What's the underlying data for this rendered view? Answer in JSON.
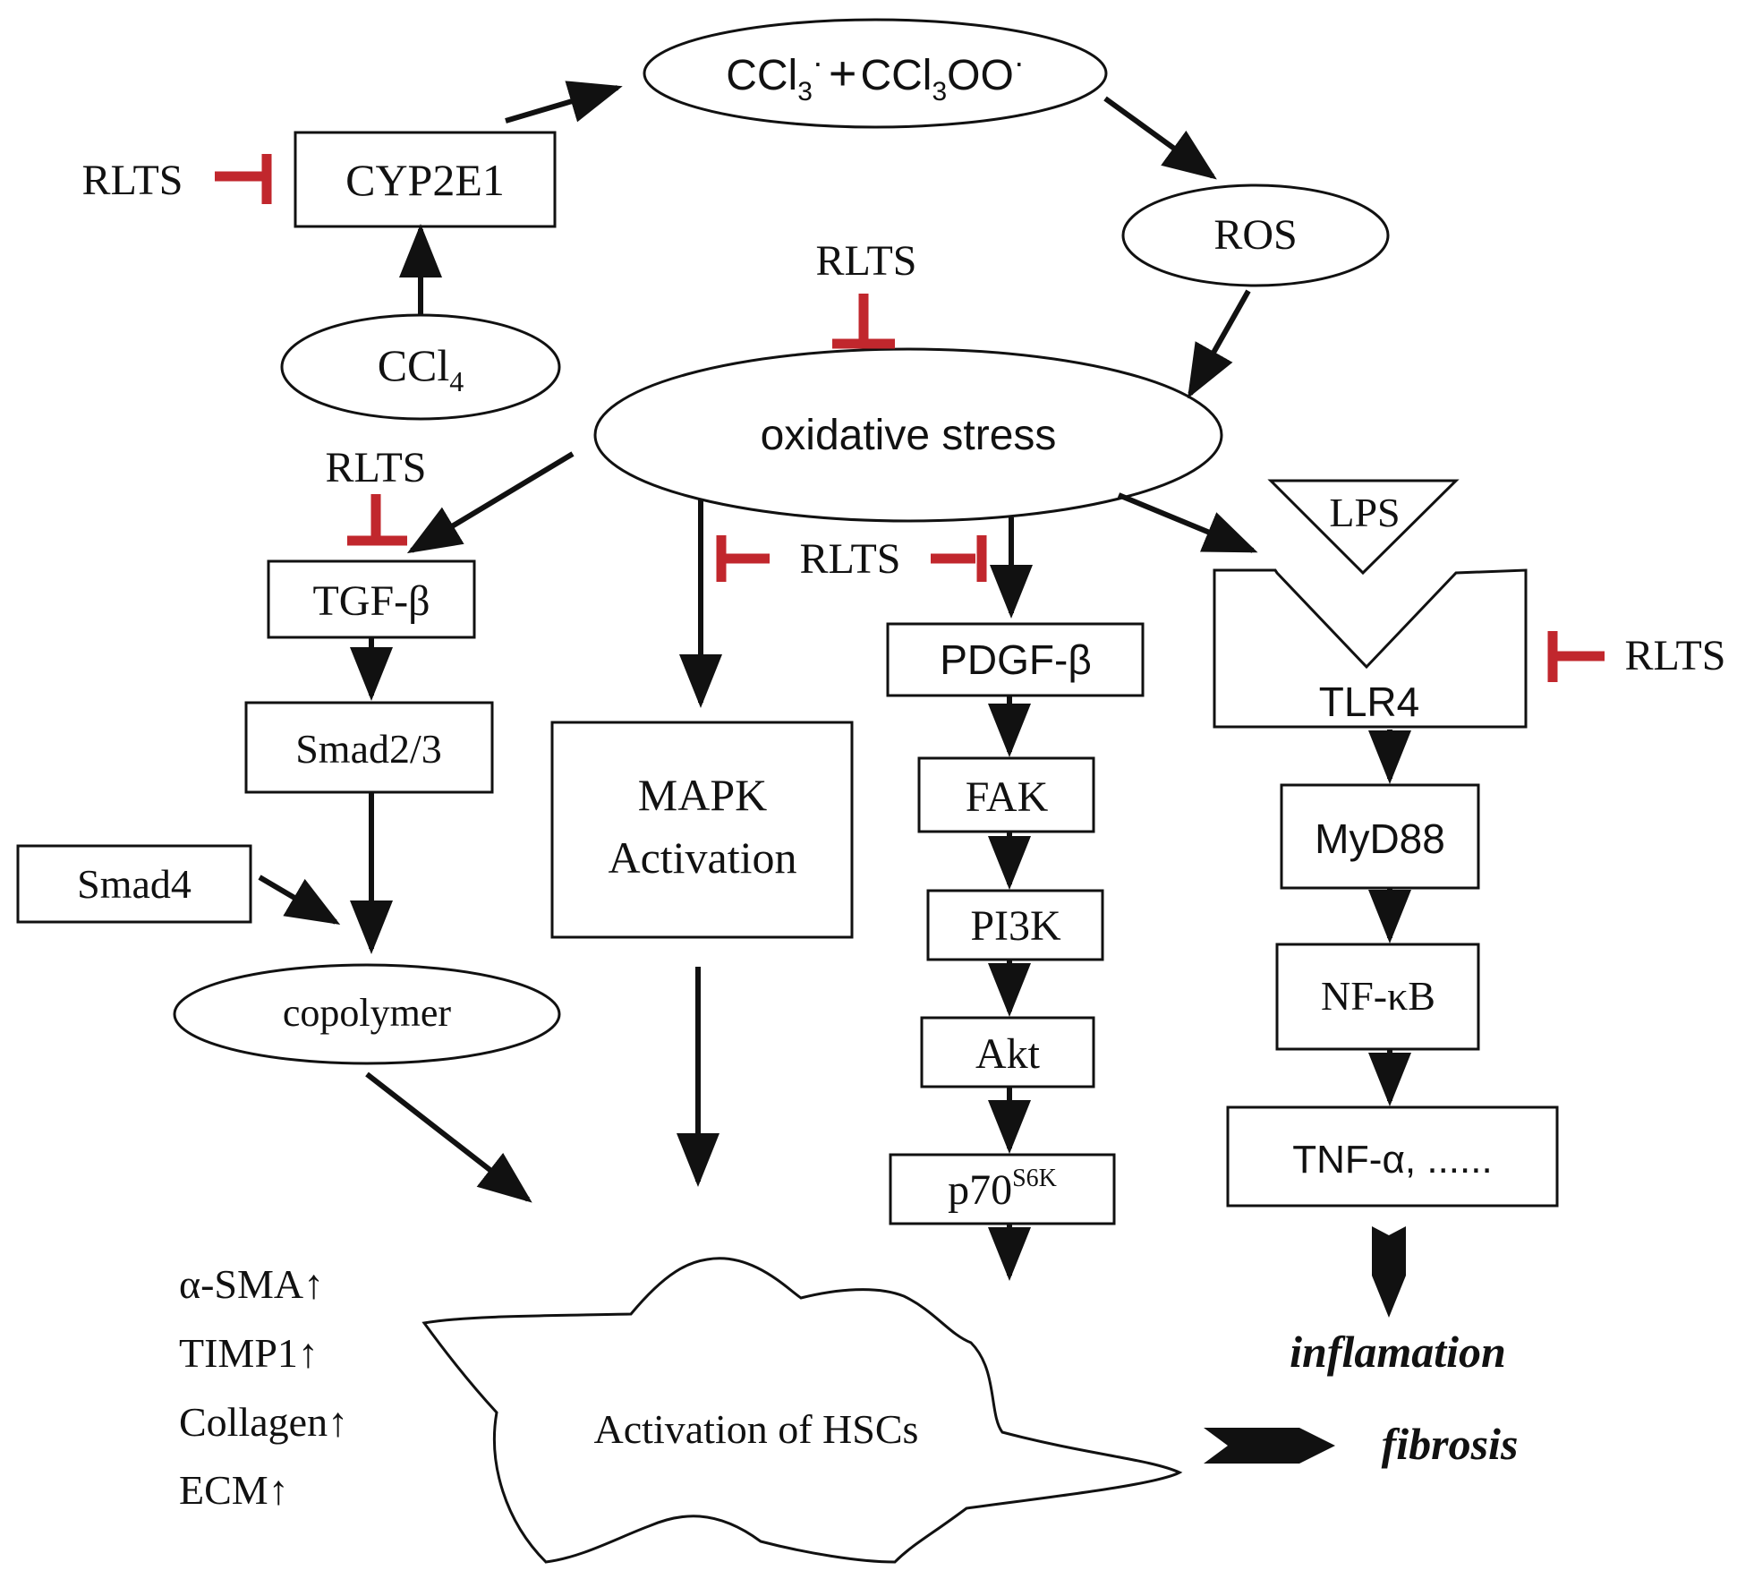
{
  "colors": {
    "ink": "#111111",
    "inhibitor": "#c1272d",
    "background": "#ffffff"
  },
  "nodes": {
    "radicals": {
      "main1": "CCl",
      "sub1": "3",
      "dot1": "·",
      "plus": "+",
      "main2": "CCl",
      "sub2": "3",
      "main3": "OO",
      "dot2": "·"
    },
    "ros": "ROS",
    "cyp2e1": "CYP2E1",
    "ccl4_main": "CCl",
    "ccl4_sub": "4",
    "oxidative_stress": "oxidative stress",
    "tgf_beta": "TGF-β",
    "smad23": "Smad2/3",
    "smad4": "Smad4",
    "copolymer": "copolymer",
    "mapk_line1": "MAPK",
    "mapk_line2": "Activation",
    "pdgf_beta": "PDGF-β",
    "fak": "FAK",
    "pi3k": "PI3K",
    "akt": "Akt",
    "p70_main": "p70",
    "p70_sup": "S6K",
    "lps": "LPS",
    "tlr4": "TLR4",
    "myd88": "MyD88",
    "nfkb": "NF-κB",
    "tnf": "TNF-α, ......",
    "hsc": "Activation of HSCs",
    "inflammation": "inflamation",
    "fibrosis": "fibrosis"
  },
  "inhibitor_label": "RLTS",
  "markers": [
    {
      "name": "α-SMA",
      "arrow": "↑"
    },
    {
      "name": "TIMP1",
      "arrow": "↑"
    },
    {
      "name": "Collagen",
      "arrow": "↑"
    },
    {
      "name": "ECM",
      "arrow": "↑"
    }
  ]
}
